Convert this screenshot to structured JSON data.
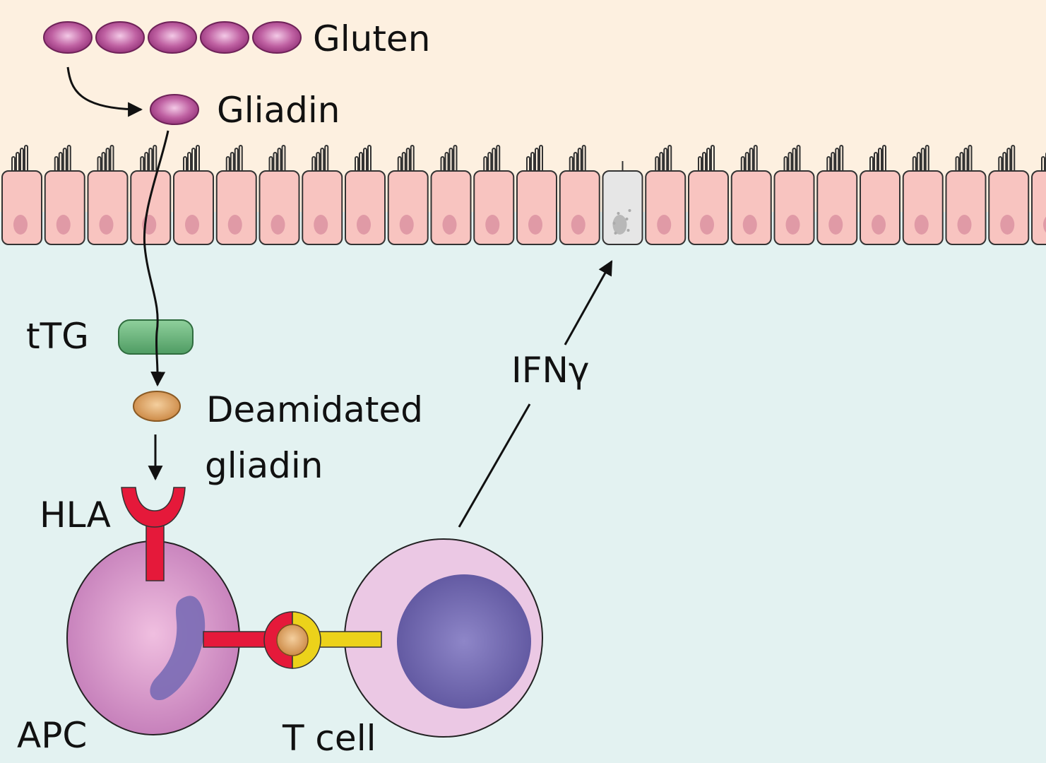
{
  "labels": {
    "gluten": "Gluten",
    "gliadin": "Gliadin",
    "ttg": "tTG",
    "deamidated_line1": "Deamidated",
    "deamidated_line2": "gliadin",
    "hla": "HLA",
    "ifng": "IFNγ",
    "apc": "APC",
    "tcell": "T cell"
  },
  "colors": {
    "lumen": "#fdf0e0",
    "lamina": "#e3f2f1",
    "epithelial_cell": "#f8c4c0",
    "damaged_cell": "#e6e6e6",
    "gluten_bead": "#b24f92",
    "ttg_enzyme": "#6ab57a",
    "deamidated_gliadin": "#d99a55",
    "hla_receptor": "#e5193a",
    "tcr_receptor": "#ecd21a",
    "apc_cell": "#cf8cc5",
    "tcell": "#ebc8e4",
    "tcell_nucleus": "#6c63ab"
  },
  "epithelium": {
    "cell_count": 25,
    "damaged_cell_index": 14
  },
  "gluten_chain": {
    "bead_count": 5
  }
}
